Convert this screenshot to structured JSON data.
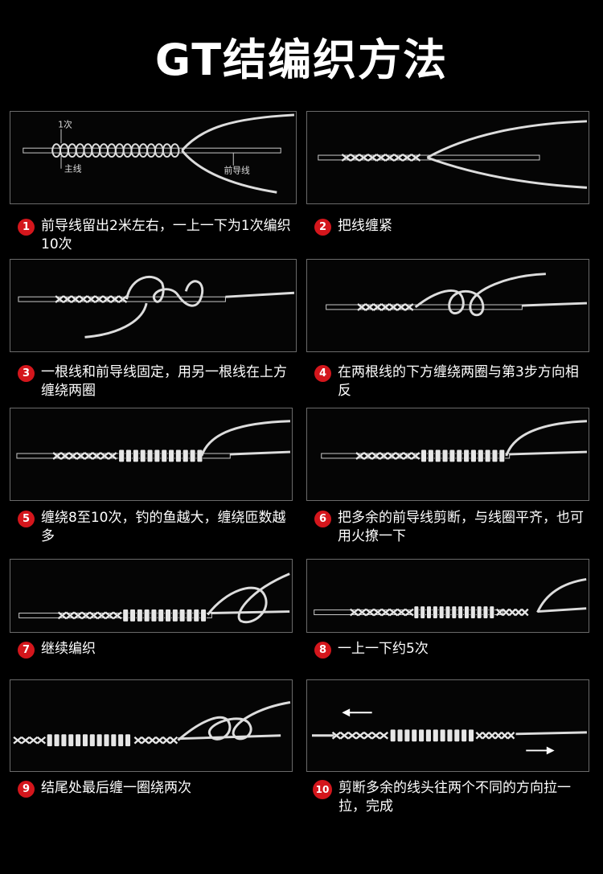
{
  "title": "GT结编织方法",
  "steps": [
    {
      "num": "1",
      "text": "前导线留出2米左右，一上一下为1次编织10次"
    },
    {
      "num": "2",
      "text": "把线缠紧"
    },
    {
      "num": "3",
      "text": "一根线和前导线固定，用另一根线在上方缠绕两圈"
    },
    {
      "num": "4",
      "text": "在两根线的下方缠绕两圈与第3步方向相反"
    },
    {
      "num": "5",
      "text": "缠绕8至10次，钓的鱼越大，缠绕匝数越多"
    },
    {
      "num": "6",
      "text": "把多余的前导线剪断，与线圈平齐，也可用火撩一下"
    },
    {
      "num": "7",
      "text": "继续编织"
    },
    {
      "num": "8",
      "text": "一上一下约5次"
    },
    {
      "num": "9",
      "text": "结尾处最后缠一圈绕两次"
    },
    {
      "num": "10",
      "text": "剪断多余的线头往两个不同的方向拉一拉，完成"
    }
  ],
  "diagram_labels": {
    "count": "1次",
    "main_line": "主线",
    "leader_line": "前导线"
  }
}
